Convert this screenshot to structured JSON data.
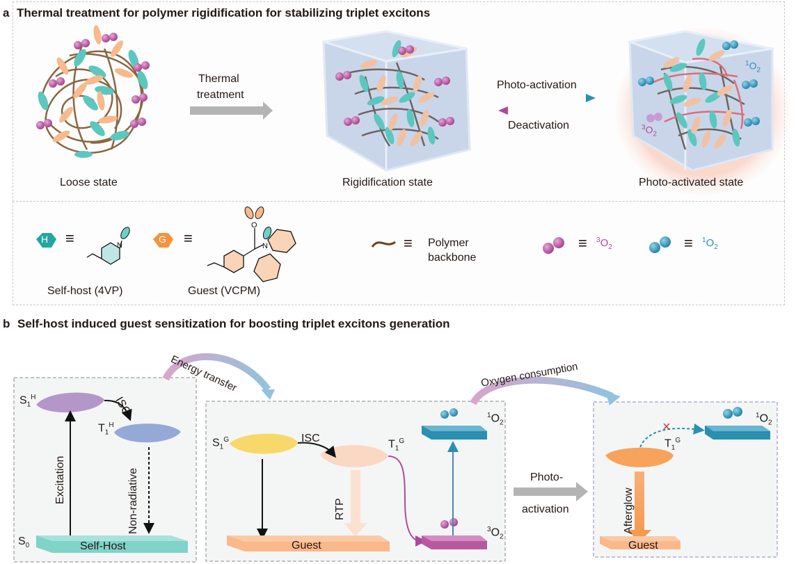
{
  "panel_a": {
    "letter": "a",
    "title": "Thermal treatment for polymer rigidification for stabilizing triplet excitons",
    "states": {
      "loose": "Loose state",
      "rigid": "Rigidification state",
      "photo": "Photo-activated state"
    },
    "arrows": {
      "thermal_line1": "Thermal",
      "thermal_line2": "treatment",
      "photo_activation": "Photo-activation",
      "deactivation": "Deactivation"
    },
    "cube_labels": {
      "singlet_o2": "1O2",
      "triplet_o2": "3O2"
    },
    "legend": {
      "host_badge": "H",
      "host_caption": "Self-host (4VP)",
      "guest_badge": "G",
      "guest_caption": "Guest (VCPM)",
      "equiv": "≡",
      "polymer_line1": "Polymer",
      "polymer_line2": "backbone",
      "triplet_o2": {
        "sup": "3",
        "base": "O",
        "sub": "2"
      },
      "singlet_o2": {
        "sup": "1",
        "base": "O",
        "sub": "2"
      }
    }
  },
  "panel_b": {
    "letter": "b",
    "title": "Self-host induced guest sensitization for boosting triplet excitons generation",
    "curved_arrows": {
      "energy_transfer": "Energy transfer",
      "oxygen_consumption": "Oxygen consumption"
    },
    "host_box": {
      "s1": {
        "base": "S",
        "sub": "1",
        "sup": "H"
      },
      "t1": {
        "base": "T",
        "sub": "1",
        "sup": "H"
      },
      "s0": {
        "base": "S",
        "sub": "0"
      },
      "isc": "ISC",
      "excitation": "Excitation",
      "non_radiative": "Non-radiative",
      "ground": "Self-Host"
    },
    "guest_box": {
      "s1": {
        "base": "S",
        "sub": "1",
        "sup": "G"
      },
      "t1": {
        "base": "T",
        "sub": "1",
        "sup": "G"
      },
      "isc": "ISC",
      "rtp": "RTP",
      "ground": "Guest",
      "o2_singlet": {
        "sup": "1",
        "base": "O",
        "sub": "2"
      },
      "o2_triplet": {
        "sup": "3",
        "base": "O",
        "sub": "2"
      }
    },
    "photo_arrow": {
      "line1": "Photo-",
      "line2": "activation"
    },
    "activated_box": {
      "t1": {
        "base": "T",
        "sub": "1",
        "sup": "G"
      },
      "afterglow": "Afterglow",
      "ground": "Guest",
      "o2_singlet": {
        "sup": "1",
        "base": "O",
        "sub": "2"
      },
      "blocked_mark": "×"
    }
  },
  "colors": {
    "teal": "#3bbcb4",
    "orange": "#f7a35c",
    "magenta": "#b0489a",
    "blue": "#2a8fb0",
    "purple_level": "#b497c9",
    "blue_level": "#95a9d6",
    "yellow_level": "#f8d86a",
    "peach_level": "#fad8c4",
    "brown": "#8b6540",
    "gray_arrow": "#b4b4b4"
  }
}
